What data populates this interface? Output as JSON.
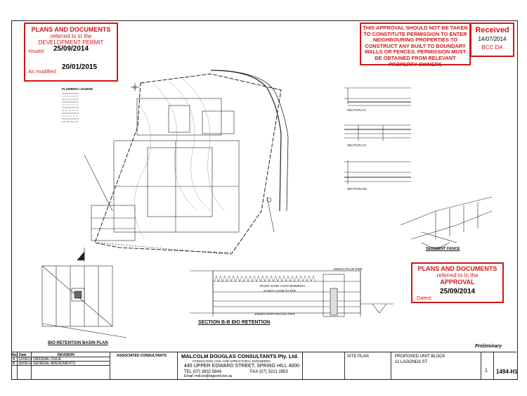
{
  "stamp_dev_permit": {
    "title": "PLANS AND DOCUMENTS",
    "referred": "referred to in the",
    "permit": "DEVELOPMENT PERMIT",
    "issued_date": "25/09/2014",
    "issued_label": "Issued",
    "modified_date": "20/01/2015",
    "modified_label": "As modified"
  },
  "warning": {
    "text": "THIS APPROVAL SHOULD NOT BE TAKEN TO CONSTITUTE PERMISSION TO ENTER NEIGHBOURING PROPERTIES TO CONSTRUCT ANY BUILT TO BOUNDARY WALLS OR FENCES. PERMISSION MUST BE OBTAINED FROM RELEVANT PROPERTY OWNERS"
  },
  "received": {
    "title": "Received",
    "date": "14/07/2014",
    "council": "BCC DA"
  },
  "stamp_approval": {
    "title": "PLANS AND DOCUMENTS",
    "referred": "referred to in the",
    "approval": "APPROVAL",
    "date": "25/09/2014",
    "dated_label": "Dated:"
  },
  "labels": {
    "plumbing_legend": "PLUMBING LEGEND",
    "section_aa": "SECTION AA",
    "section_cc": "SECTION CC",
    "section_dd": "SECTION DD",
    "sediment_fence": "SEDIMENT FENCE",
    "section_bb": "SECTION B-B BIO RETENTION",
    "bio_plan": "BIO-RETENTION BASIN PLAN",
    "river_sand": "RIVER SAND COST BIOMEDIA",
    "sandy_loam": "SANDY LOAM FILTER",
    "drainage": "100mm PERFORATED PIPE",
    "pilar": "600mm PILAR SIDE",
    "preliminary": "Preliminary"
  },
  "title_block": {
    "no_label": "No.",
    "date_label": "Date",
    "revision_label": "REVISION",
    "rev_rows": [
      {
        "no": "A",
        "date": "12/06/14",
        "revision": "ORIGINAL ISSUE"
      },
      {
        "no": "B",
        "date": "18/06/14",
        "revision": "GENERAL AMENDMENTS"
      }
    ],
    "associated": "ASSOCIATED CONSULTANTS",
    "firm": "MALCOLM DOUGLAS CONSULTANTS Pty. Ltd.",
    "firm_sub": "CONSULTING CIVIL AND STRUCTURAL ENGINEERS",
    "address": "445 UPPER EDWARD STREET, SPRING HILL 4000",
    "tel": "TEL (07) 3832 5844",
    "fax": "FAX (07) 3221 2653",
    "email": "Email: mdcon@bigpond.net.au",
    "drawing_title": "SITE PLAN",
    "project": "PROPOSED UNIT BLOCK",
    "address_project": "11 LAGONDA ST",
    "job_no": "1494-H1",
    "sheet": "1"
  }
}
